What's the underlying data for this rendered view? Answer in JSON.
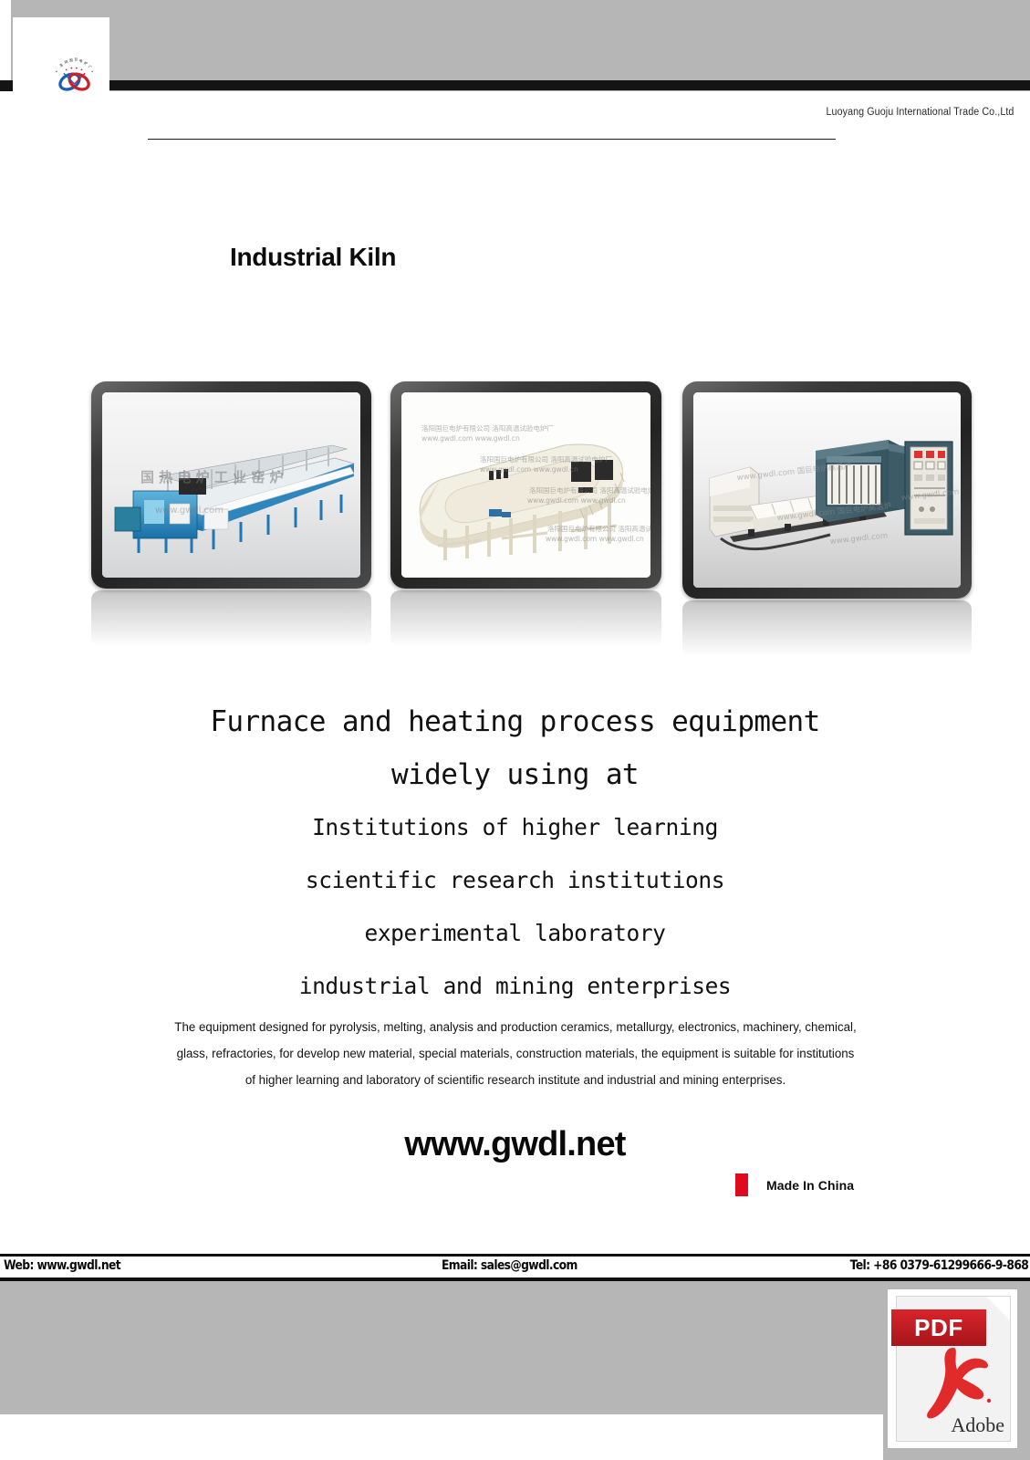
{
  "header": {
    "company": "Luoyang Guoju International Trade Co.,Ltd",
    "logo_icon": "atom-emblem-logo"
  },
  "page_title": "Industrial Kiln",
  "gallery": {
    "images": [
      {
        "name": "blue-tunnel-kiln-production-line",
        "alt": "Blue roller hearth tunnel kiln production line",
        "watermark_cn": "国热电烉工业窑炉",
        "watermark_url": "www.gwdl.com"
      },
      {
        "name": "oval-ring-conveyor-kiln",
        "alt": "Cream oval ring conveyor kiln",
        "watermark_cn": "洛阳国巨电炉有限公司 洛阳高温试验电炉厂",
        "watermark_url": "www.gwdl.com  www.gwdl.cn"
      },
      {
        "name": "bogie-hearth-furnace-with-control-cabinet",
        "alt": "Bogie hearth furnace with trolley and control cabinet",
        "watermark_cn": "国巨电炉高温炉",
        "watermark_url": "www.gwdl.com"
      }
    ]
  },
  "headline": {
    "line1": "Furnace and heating process equipment",
    "line2": "widely using at",
    "line3": "Institutions of higher learning",
    "line4": "scientific research institutions",
    "line5": "experimental laboratory",
    "line6": "industrial and mining enterprises"
  },
  "description": "The equipment designed for pyrolysis, melting, analysis and production ceramics, metallurgy, electronics, machinery, chemical, glass, refractories, for develop new material, special materials, construction materials, the equipment is suitable for institutions of higher learning and laboratory of scientific research institute and industrial and mining enterprises.",
  "website": "www.gwdl.net",
  "origin": {
    "label": "Made In China",
    "flag_color": "#e00a1e"
  },
  "footer": {
    "web": "Web: www.gwdl.net",
    "email": "Email: sales@gwdl.com",
    "tel": "Tel: +86 0379-61299666-9-868"
  },
  "pdf_badge": {
    "format_label": "PDF",
    "vendor_label": "Adobe",
    "icon": "adobe-pdf-icon"
  },
  "colors": {
    "banner_gray": "#b6b6b6",
    "rule_black": "#111111",
    "flag_red": "#e00a1e",
    "pdf_red": "#d8242b"
  }
}
